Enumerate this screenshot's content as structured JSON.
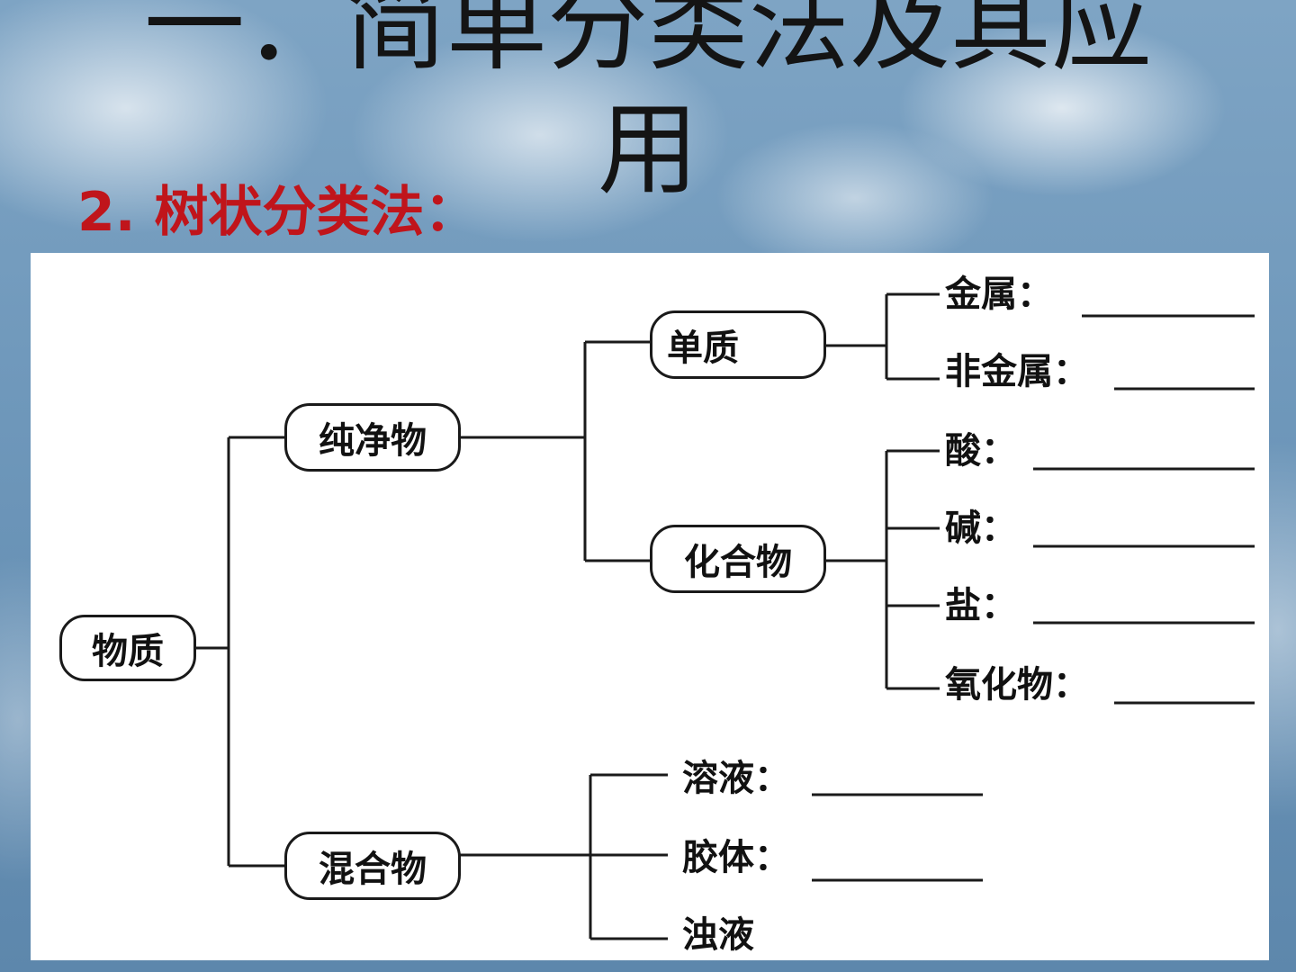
{
  "title": {
    "line1": "一．简单分类法及其应",
    "line2": "用"
  },
  "subtitle": "2. 树状分类法：",
  "tree": {
    "root": "物质",
    "pure": "纯净物",
    "mixture": "混合物",
    "element": "单质",
    "compound": "化合物",
    "element_children": [
      "金属：",
      "非金属："
    ],
    "compound_children": [
      "酸：",
      "碱：",
      "盐：",
      "氧化物："
    ],
    "mixture_children": [
      "溶液：",
      "胶体：",
      "浊液"
    ]
  }
}
